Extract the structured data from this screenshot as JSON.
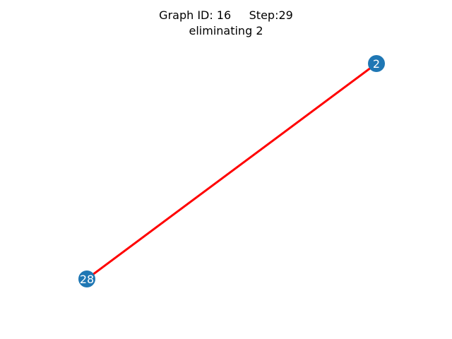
{
  "title": {
    "line1": "Graph ID: 16     Step:29",
    "line2": "eliminating 2"
  },
  "graph": {
    "nodes": [
      {
        "id": "2",
        "label": "2"
      },
      {
        "id": "28",
        "label": "28"
      }
    ],
    "edges": [
      {
        "source": "2",
        "target": "28",
        "color": "#ff0000"
      }
    ],
    "node_color": "#1f77b4",
    "label_color": "#ffffff"
  }
}
